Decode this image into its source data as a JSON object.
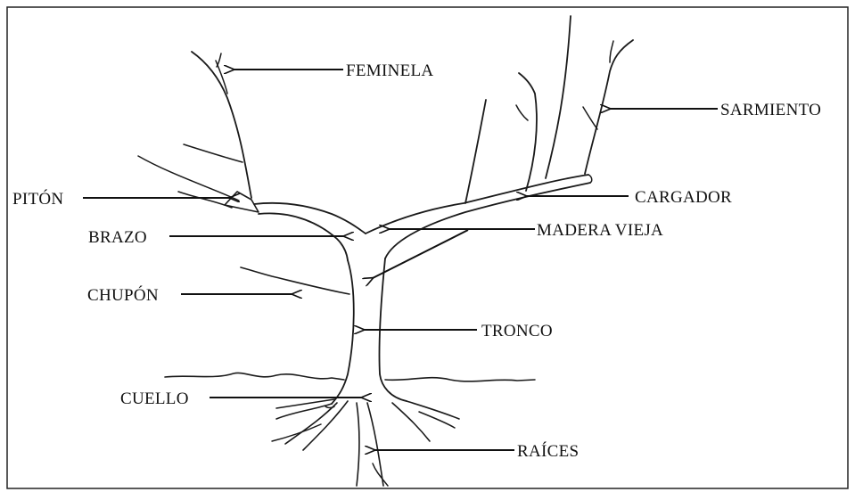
{
  "diagram": {
    "labels": {
      "feminela": "FEMINELA",
      "sarmiento": "SARMIENTO",
      "piton": "PITÓN",
      "cargador": "CARGADOR",
      "brazo": "BRAZO",
      "madera_vieja": "MADERA VIEJA",
      "chupon": "CHUPÓN",
      "tronco": "TRONCO",
      "cuello": "CUELLO",
      "raices": "RAÍCES"
    }
  }
}
